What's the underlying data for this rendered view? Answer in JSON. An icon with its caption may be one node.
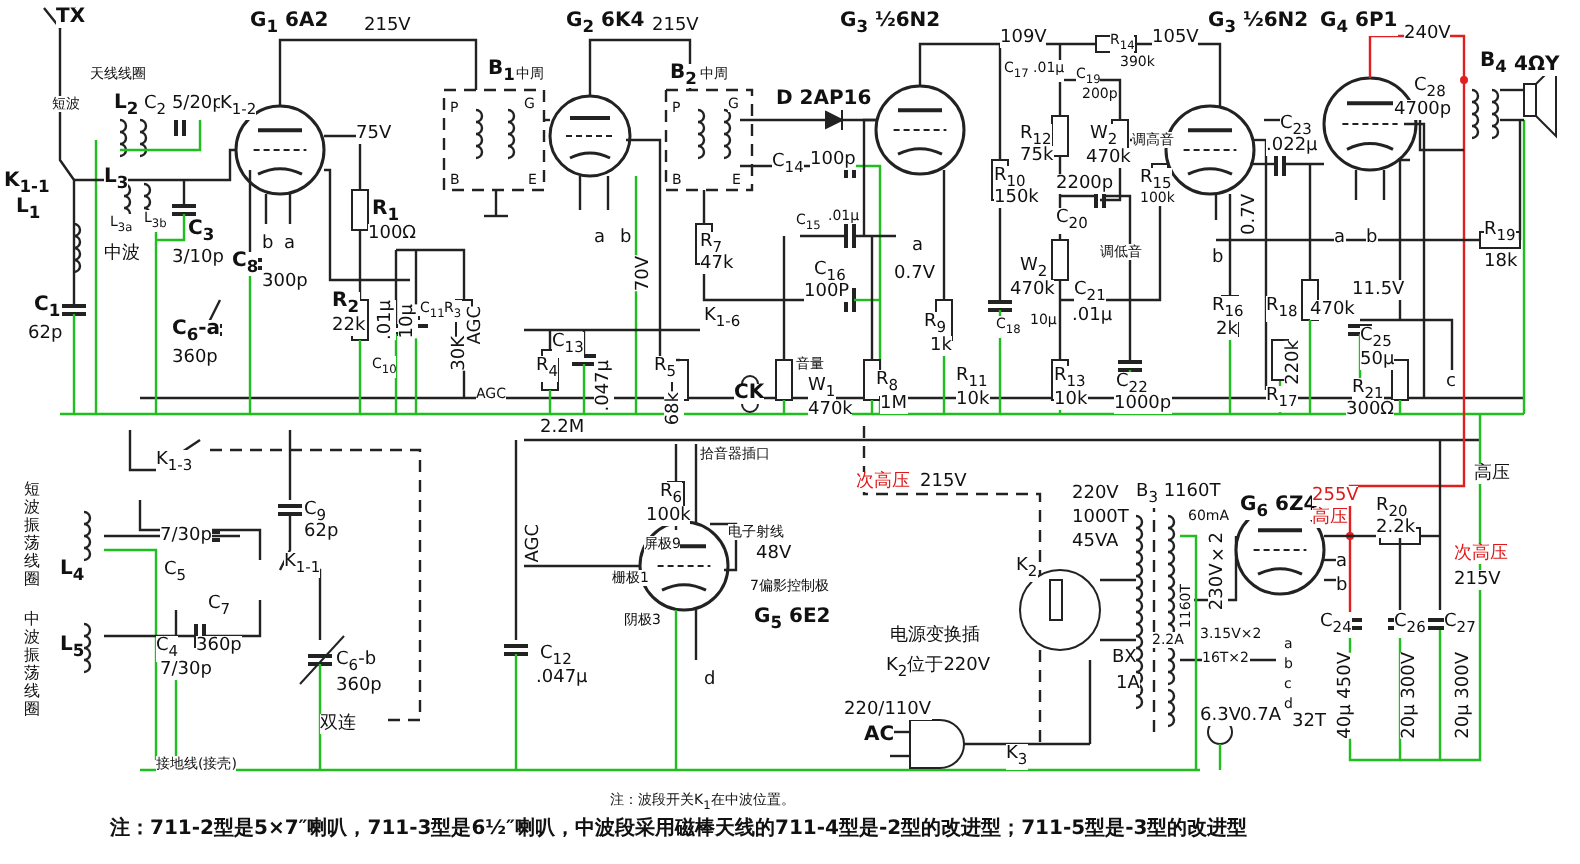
{
  "diagram": {
    "labels": [
      "TX",
      "天线线圈",
      "短波",
      "L$_{2}$",
      "C$_{2}$ 5/20p",
      "K$_{1-2}$",
      "K$_{1-1}$",
      "L$_{1}$",
      "L$_{3}$",
      "L$_{3a}$",
      "L$_{3b}$",
      "中波",
      "C$_{3}$",
      "3/10p",
      "C$_{1}$",
      "62p",
      "G$_{1}$ 6A2",
      "215V",
      "75V",
      "b",
      "a",
      "C$_{8}$",
      "300p",
      "R$_{1}$",
      "100Ω",
      "R$_{2}$",
      "22k",
      ".01μ",
      "10μ",
      "C$_{10}$",
      "C$_{11}$",
      "R$_{3}$",
      "30K",
      "C$_{6}$-a",
      "360p",
      "AGC",
      "AGC",
      "B$_{1}$",
      "中周",
      "P",
      "G",
      "B",
      "E",
      "G$_{2}$ 6K4",
      "215V",
      "a",
      "b",
      "70V",
      "B$_{2}$",
      "中周",
      "P",
      "G",
      "B",
      "E",
      "D 2AP16",
      "C$_{14}$",
      "100p",
      "R$_{7}$",
      "47k",
      "C$_{15}$",
      ".01μ",
      "C$_{16}$",
      "100P",
      "K$_{1-6}$",
      "音量",
      "W$_{1}$",
      "470k",
      "CK",
      "R$_{4}$",
      "2.2M",
      "C$_{13}$",
      ".047μ",
      "R$_{5}$",
      "68k",
      "G$_{3}$ ½6N2",
      "109V",
      "C$_{17}$ .01μ",
      "R$_{14}$",
      "390k",
      "105V",
      "C$_{19}$",
      "200p",
      "R$_{12}$",
      "75k",
      "R$_{10}$",
      "150k",
      "W$_{2}$",
      "470k",
      "a",
      "0.7V",
      "R$_{9}$",
      "1k",
      "C$_{18}$",
      "10μ",
      "R$_{11}$",
      "10k",
      "R$_{8}$",
      "1M",
      "W$_{2}$",
      "470k",
      "调高音",
      "R$_{15}$",
      "100k",
      "2200p",
      "C$_{20}$",
      "调低音",
      "C$_{21}$",
      ".01μ",
      "R$_{13}$",
      "10k",
      "C$_{22}$",
      "1000p",
      "G$_{3}$ ½6N2",
      "0.7V",
      "b",
      "R$_{16}$",
      "2k",
      "R$_{18}$",
      "470k",
      "220k",
      "R$_{17}$",
      "C$_{23}$",
      ".022μ",
      "G$_{4}$ 6P1",
      "240V",
      "B$_{4}$",
      "4ΩY",
      "C$_{28}$",
      "4700p",
      "a",
      "b",
      "R$_{19}$",
      "18k",
      "11.5V",
      "C$_{25}$",
      "50μ",
      "R$_{21}$",
      "300Ω",
      "c",
      "K$_{1-3}$",
      "短波振荡线圈",
      "L$_{4}$",
      "7/30p",
      "C$_{5}$",
      "中波振荡线圈",
      "L$_{5}$",
      "C$_{7}$",
      "C$_{4}$",
      "360p",
      "7/30p",
      "C$_{9}$",
      "62p",
      "K$_{1-1}$",
      "C$_{6}$-b",
      "360p",
      "双连",
      "接地线(接壳)",
      "AGC",
      "C$_{12}$",
      ".047μ",
      "拾音器插口",
      "次高压",
      "215V",
      "R$_{6}$",
      "100k",
      "屏极9",
      "电子射线",
      "48V",
      "栅极1",
      "7偏影控制极",
      "阴极3",
      "G$_{5}$ 6E2",
      "d",
      "电源变换插",
      "K$_{2}$位于220V",
      "220/110V",
      "AC",
      "K$_{3}$",
      "K$_{2}$",
      "注：波段开关K$_{1}$在中波位置。",
      "220V",
      "1000T",
      "45VA",
      "B$_{3}$ 1160T",
      "60mA",
      "230V×2",
      "1160T",
      "BX",
      "1A",
      "2.2A",
      "3.15V×2",
      "16T×2",
      "a",
      "b",
      "c",
      "d",
      "6.3V",
      "0.7A",
      "32T",
      "G$_{6}$ 6Z4",
      "255V",
      "高压",
      "R$_{20}$",
      "2.2k",
      "次高压",
      "215V",
      "高压",
      "a",
      "b",
      "C$_{24}$",
      "40μ 450V",
      "C$_{26}$",
      "20μ 300V",
      "C$_{27}$",
      "20μ 300V",
      "注：711-2型是5×7″喇叭，711-3型是6½″喇叭，中波段采用磁棒天线的711-4型是-2型的改进型；711-5型是-3型的改进型"
    ]
  }
}
